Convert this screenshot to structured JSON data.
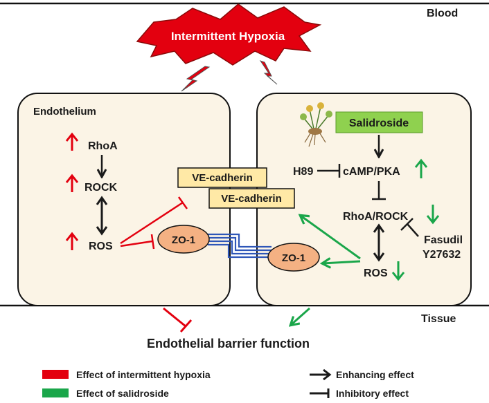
{
  "regions": {
    "blood": "Blood",
    "tissue": "Tissue"
  },
  "stimulus": "Intermittent Hypoxia",
  "left_cell": {
    "title": "Endothelium",
    "rhoa": "RhoA",
    "rock": "ROCK",
    "ros": "ROS"
  },
  "junction": {
    "ve_cadherin_1": "VE-cadherin",
    "ve_cadherin_2": "VE-cadherin",
    "zo1_left": "ZO-1",
    "zo1_right": "ZO-1"
  },
  "right_cell": {
    "salidroside": "Salidroside",
    "h89": "H89",
    "camp_pka": "cAMP/PKA",
    "rhoa_rock": "RhoA/ROCK",
    "ros": "ROS",
    "fasudil": "Fasudil",
    "y27632": "Y27632"
  },
  "outcome": "Endothelial barrier function",
  "legend": {
    "red_label": "Effect of intermittent hypoxia",
    "green_label": "Effect of salidroside",
    "enhancing_label": "Enhancing effect",
    "inhibitory_label": "Inhibitory effect"
  },
  "colors": {
    "hypoxia_red": "#e3000f",
    "salidroside_green": "#1aa64a",
    "cell_fill": "#fbf4e6",
    "ve_fill": "#ffe9a6",
    "zo_fill": "#f4b183",
    "sal_fill": "#8fd14f",
    "junction_blue": "#2e56b8"
  }
}
